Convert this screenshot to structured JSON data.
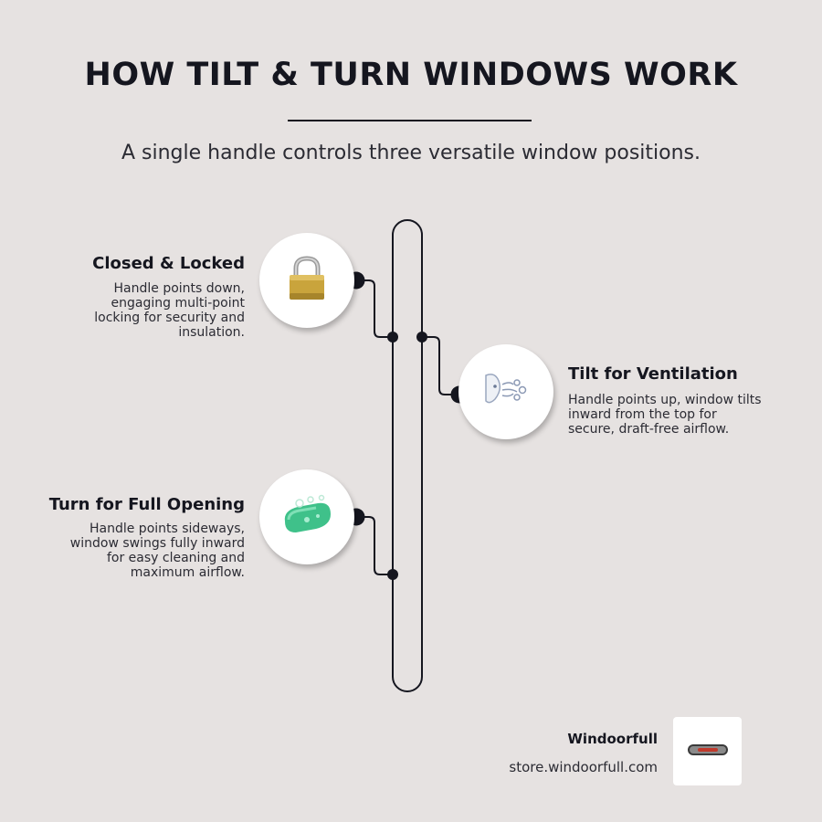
{
  "header": {
    "title": "HOW TILT & TURN WINDOWS WORK",
    "subtitle": "A single handle controls three versatile window positions."
  },
  "items": [
    {
      "title": "Closed & Locked",
      "description": "Handle points down, engaging multi-point locking for security and insulation.",
      "icon": "padlock-icon"
    },
    {
      "title": "Tilt for Ventilation",
      "description": "Handle points up, window tilts inward from the top for secure, draft-free airflow.",
      "icon": "blowing-wind-icon"
    },
    {
      "title": "Turn for Full Opening",
      "description": "Handle points sideways, window swings fully inward for easy cleaning and maximum airflow.",
      "icon": "soap-bubbles-icon"
    }
  ],
  "footer": {
    "brand": "Windoorfull",
    "url": "store.windoorfull.com",
    "logo_icon": "window-handle-logo"
  },
  "colors": {
    "background": "#e6e2e1",
    "ink": "#15161f"
  }
}
